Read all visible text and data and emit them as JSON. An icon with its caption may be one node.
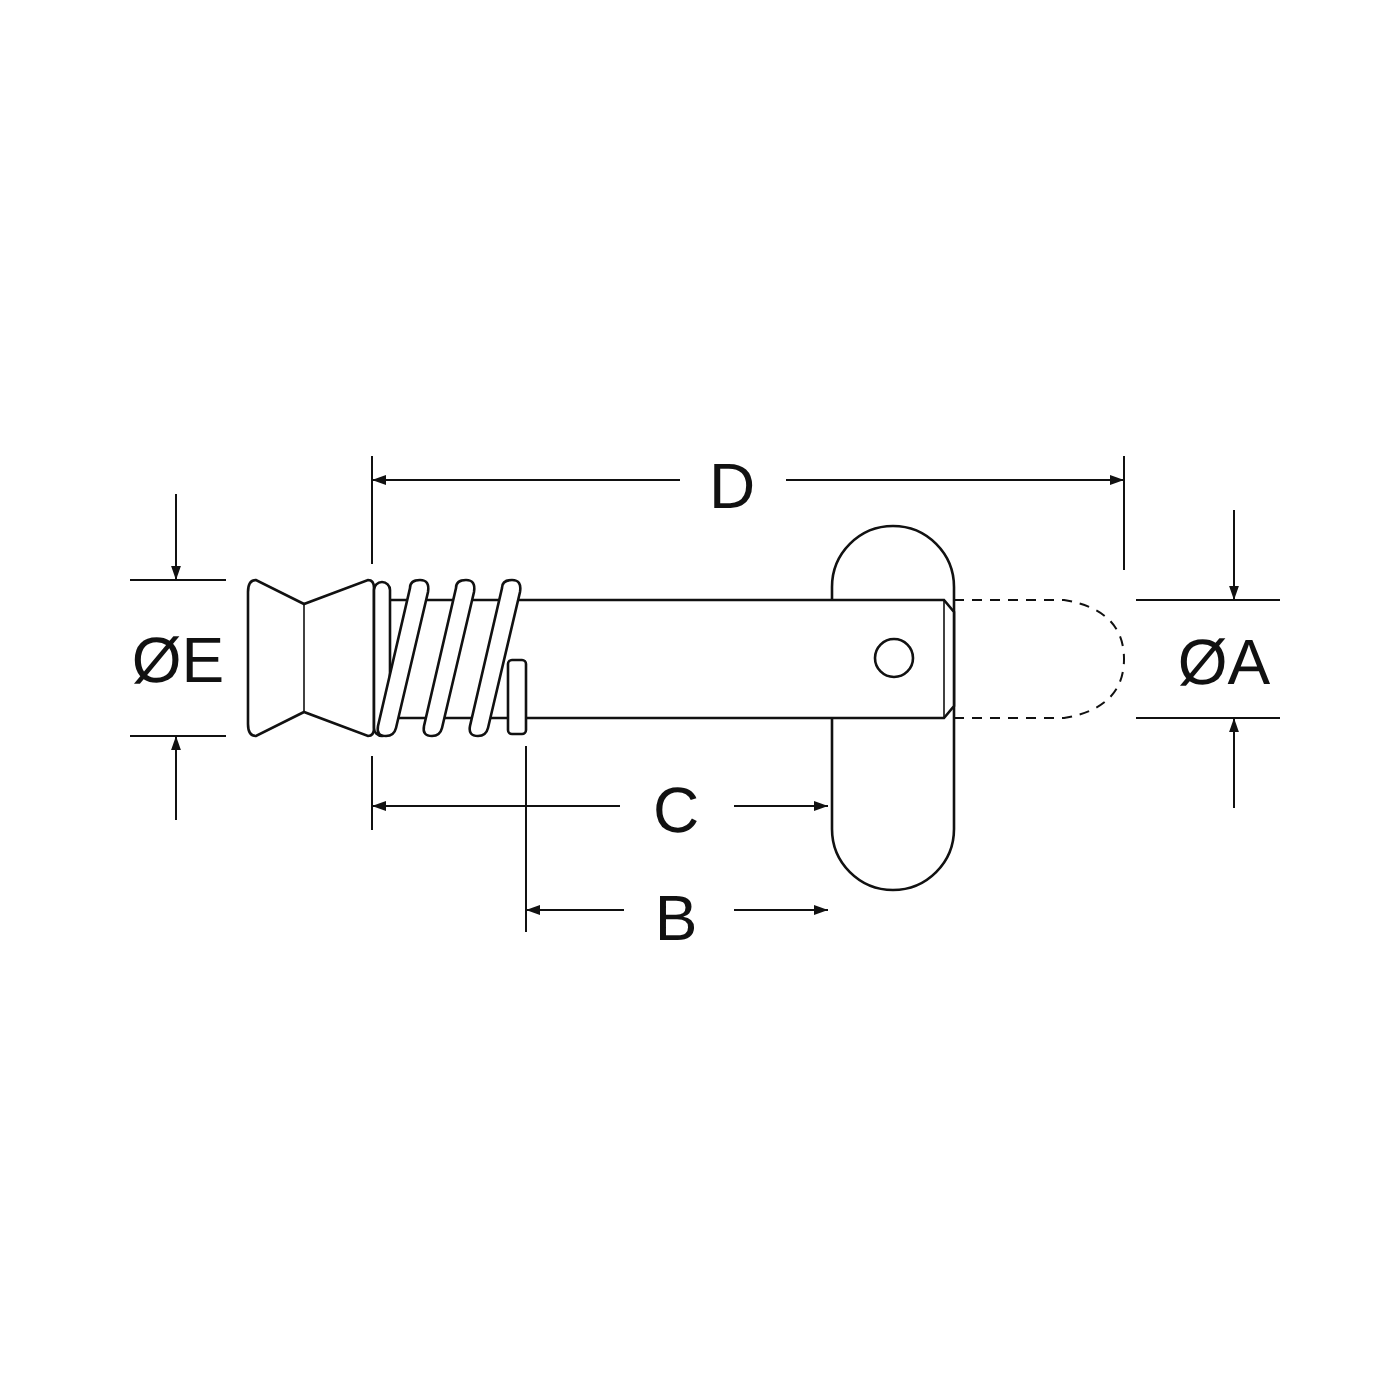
{
  "diagram": {
    "labels": [
      "D",
      "ØE",
      "ØA",
      "C",
      "B"
    ]
  }
}
